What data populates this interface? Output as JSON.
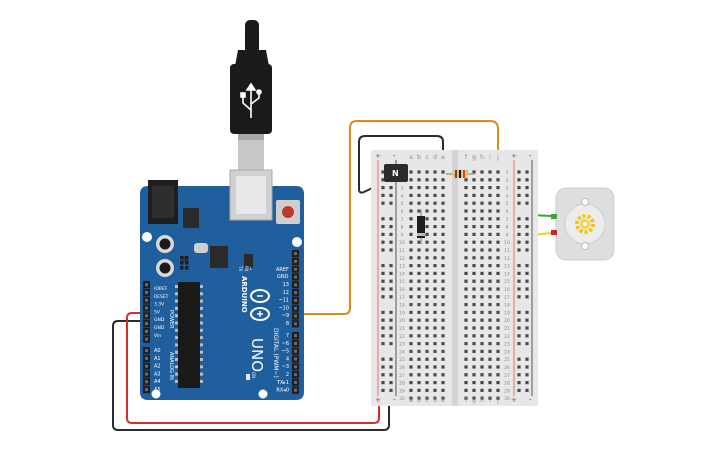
{
  "arduino": {
    "brand": "ARDUINO",
    "model": "UNO",
    "digital_header_label": "DIGITAL (PWM~)",
    "power_header_label": "POWER",
    "analog_header_label": "ANALOG IN",
    "aref_label": "AREF",
    "gnd_label": "GND",
    "digital_pins": [
      "13",
      "12",
      "~11",
      "~10",
      "~9",
      "8",
      "7",
      "~6",
      "~5",
      "4",
      "~3",
      "2",
      "TX▸1",
      "RX◂0"
    ],
    "power_pins": [
      "IOREF",
      "RESET",
      "3.3V",
      "5V",
      "GND",
      "GND",
      "Vin"
    ],
    "analog_pins": [
      "A0",
      "A1",
      "A2",
      "A3",
      "A4",
      "A5"
    ],
    "tx_label": "TX",
    "rx_label": "RX",
    "l_label": "L",
    "on_label": "ON"
  },
  "breadboard": {
    "columns_left": [
      "a",
      "b",
      "c",
      "d",
      "e"
    ],
    "columns_right": [
      "f",
      "g",
      "h",
      "i",
      "j"
    ],
    "rows": [
      "1",
      "2",
      "3",
      "4",
      "5",
      "6",
      "7",
      "8",
      "9",
      "10",
      "11",
      "12",
      "13",
      "14",
      "15",
      "16",
      "17",
      "18",
      "19",
      "20",
      "21",
      "22",
      "23",
      "24",
      "25",
      "26",
      "27",
      "28",
      "29",
      "30"
    ],
    "plus": "+",
    "minus": "-"
  },
  "transistor": {
    "label": "N"
  },
  "colors": {
    "arduino_blue": "#1f5f9e",
    "breadboard": "#e7e7e7",
    "wire_orange": "#e08a1e",
    "wire_black": "#2b2b2b",
    "wire_red": "#d32f2f",
    "wire_green": "#3aa63a",
    "wire_yellow": "#e8d31e",
    "motor": "#dedede"
  }
}
